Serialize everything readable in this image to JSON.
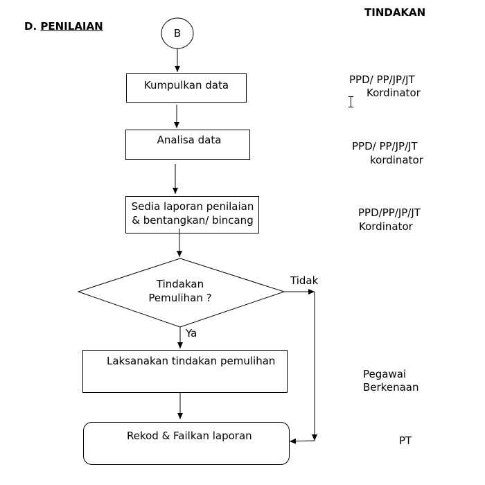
{
  "heading": {
    "prefix": "D.",
    "title": "PENILAIAN"
  },
  "action_header": "TINDAKAN",
  "flowchart": {
    "start_connector": "B",
    "steps": [
      {
        "id": "collect",
        "shape": "rect",
        "lines": [
          "Kumpulkan data"
        ]
      },
      {
        "id": "analyze",
        "shape": "rect",
        "lines": [
          "Analisa data"
        ]
      },
      {
        "id": "prepare",
        "shape": "rect",
        "lines": [
          "Sedia laporan penilaian",
          "& bentangkan/ bincang"
        ]
      },
      {
        "id": "decision",
        "shape": "diamond",
        "lines": [
          "Tindakan",
          "Pemulihan ?"
        ]
      },
      {
        "id": "implement",
        "shape": "rect",
        "lines": [
          "Laksanakan tindakan pemulihan"
        ]
      },
      {
        "id": "record",
        "shape": "rounded-rect",
        "lines": [
          "Rekod & Failkan laporan"
        ]
      }
    ],
    "branch_labels": {
      "no": "Tidak",
      "yes": "Ya"
    }
  },
  "responsibilities": [
    {
      "step": "collect",
      "lines": [
        "PPD/ PP/JP/JT",
        "Kordinator"
      ]
    },
    {
      "step": "analyze",
      "lines": [
        "PPD/ PP/JP/JT",
        "kordinator"
      ]
    },
    {
      "step": "prepare",
      "lines": [
        "PPD/PP/JP/JT",
        "Kordinator"
      ]
    },
    {
      "step": "implement",
      "lines": [
        "Pegawai",
        "Berkenaan"
      ]
    },
    {
      "step": "record",
      "lines": [
        "PT"
      ]
    }
  ]
}
